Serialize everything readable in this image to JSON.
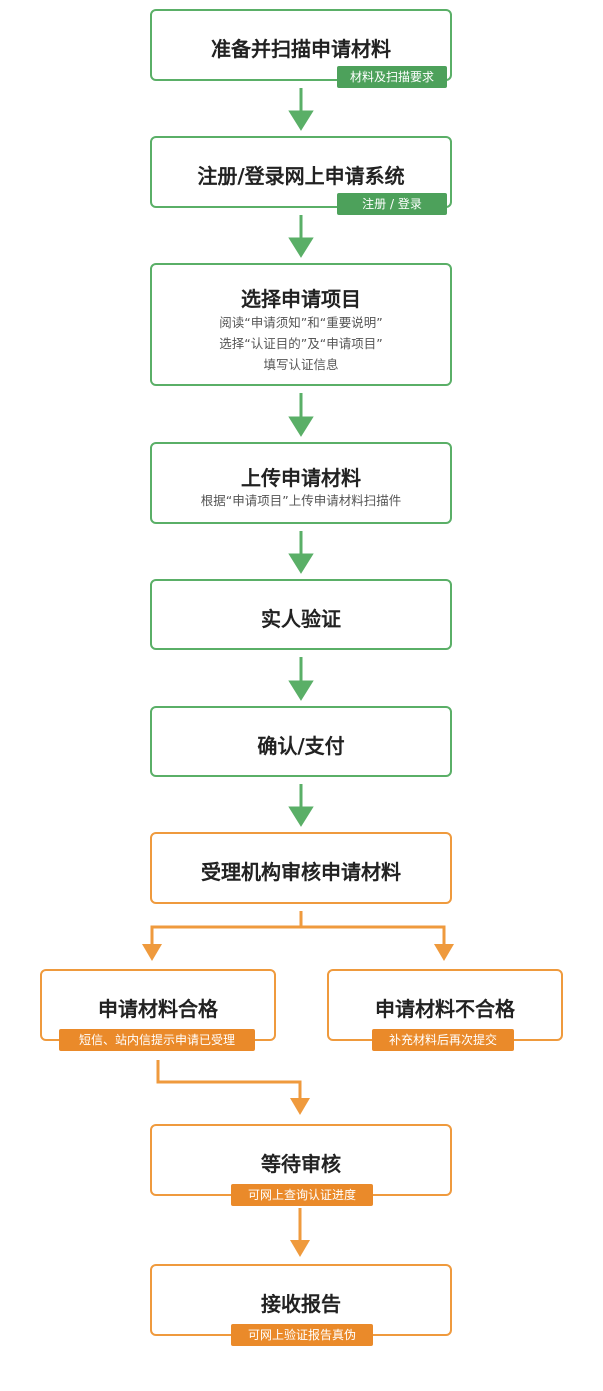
{
  "colors": {
    "green": "#5aaf67",
    "green_tag": "#4da15b",
    "orange": "#ef9a3d",
    "orange_tag": "#ea8a2a"
  },
  "steps": {
    "prepare": {
      "title": "准备并扫描申请材料",
      "tag": "材料及扫描要求"
    },
    "register": {
      "title": "注册/登录网上申请系统",
      "tag": "注册 / 登录"
    },
    "select": {
      "title": "选择申请项目",
      "lines": [
        "阅读“申请须知”和“重要说明”",
        "选择“认证目的”及“申请项目”",
        "填写认证信息"
      ]
    },
    "upload": {
      "title": "上传申请材料",
      "sub": "根据“申请项目”上传申请材料扫描件"
    },
    "verify": {
      "title": "实人验证"
    },
    "confirm": {
      "title": "确认/支付"
    },
    "review": {
      "title": "受理机构审核申请材料"
    },
    "pass": {
      "title": "申请材料合格",
      "tag": "短信、站内信提示申请已受理"
    },
    "fail": {
      "title": "申请材料不合格",
      "tag": "补充材料后再次提交"
    },
    "wait": {
      "title": "等待审核",
      "tag": "可网上查询认证进度"
    },
    "report": {
      "title": "接收报告",
      "tag": "可网上验证报告真伪"
    }
  }
}
